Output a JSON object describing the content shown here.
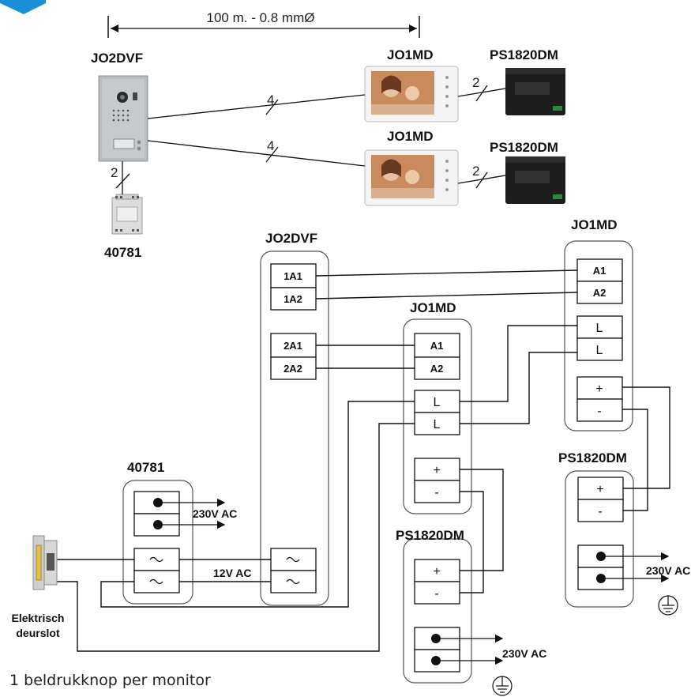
{
  "top": {
    "distance_label": "100 m. - 0.8 mmØ",
    "panel_title": "JO2DVF",
    "monitor1_title": "JO1MD",
    "monitor2_title": "JO1MD",
    "psu1_title": "PS1820DM",
    "psu2_title": "PS1820DM",
    "transformer_label": "40781",
    "wire_count_panel_mon1": "4",
    "wire_count_panel_mon2": "4",
    "wire_count_mon1_psu": "2",
    "wire_count_mon2_psu": "2",
    "wire_count_panel_transformer": "2"
  },
  "bottom": {
    "panel_title": "JO2DVF",
    "panel_terminals": [
      "1A1",
      "1A2",
      "2A1",
      "2A2"
    ],
    "panel_ac_symbol": "~",
    "monitor_mid_title": "JO1MD",
    "monitor_right_title": "JO1MD",
    "monitor_mid_terminals": [
      "A1",
      "A2",
      "L",
      "L",
      "+",
      "-"
    ],
    "monitor_right_terminals": [
      "A1",
      "A2",
      "L",
      "L",
      "+",
      "-"
    ],
    "psu_mid_title": "PS1820DM",
    "psu_right_title": "PS1820DM",
    "psu_terminals": [
      "+",
      "-"
    ],
    "transformer_title": "40781",
    "mains_label_transformer": "230V AC",
    "mains_label_psu_mid": "230V AC",
    "mains_label_psu_right": "230V AC",
    "low_voltage_label": "12V AC",
    "lock_label_line1": "Elektrisch",
    "lock_label_line2": "deurslot"
  },
  "footer_note": "1 beldrukknop per monitor",
  "colors": {
    "line": "#111111",
    "box_border": "#555555",
    "corner_accent": "#1a8fd6",
    "panel_metal": "#b9bcbf",
    "psu_body": "#1d1d1d"
  }
}
